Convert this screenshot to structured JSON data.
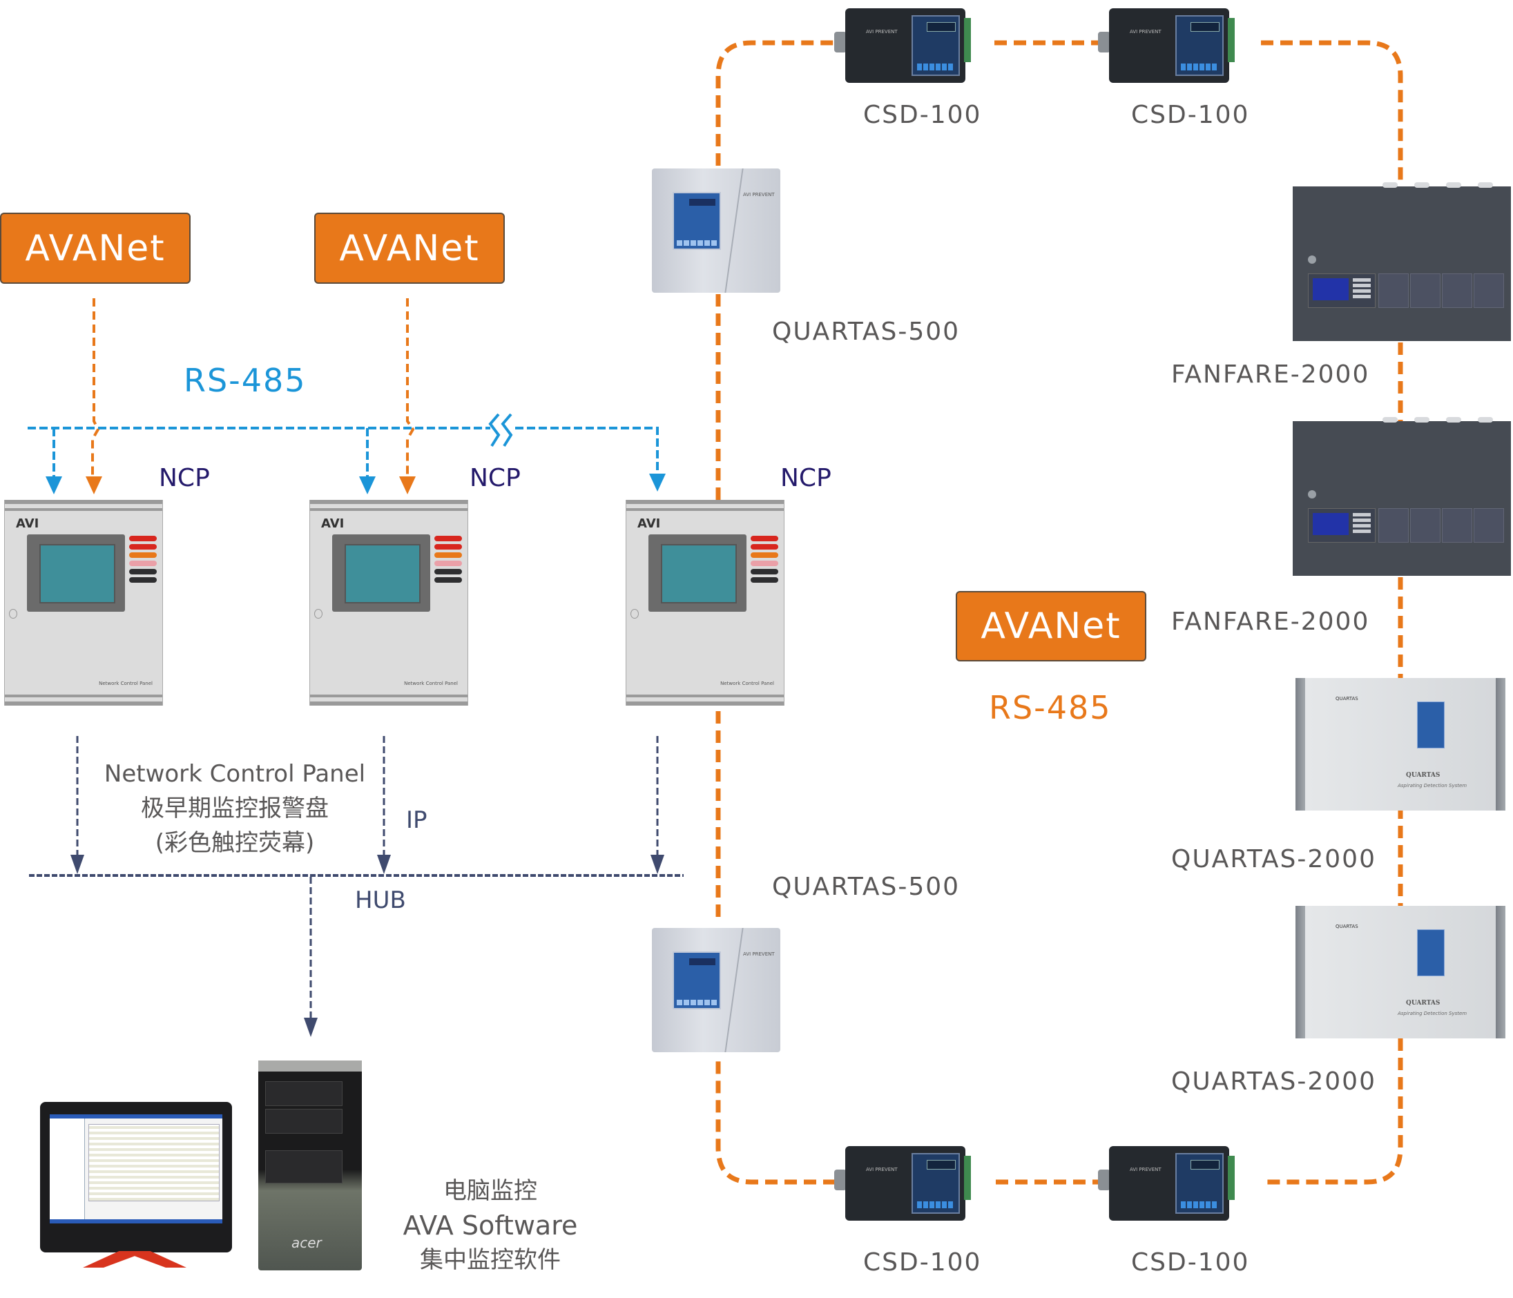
{
  "colors": {
    "avanet_fill": "#e8781a",
    "rs485_blue": "#1b95d8",
    "rs485_orange": "#e8781a",
    "ncp_label": "#241a6b",
    "ip_line": "#3f4a6e",
    "device_label": "#595757"
  },
  "left_section": {
    "avanet_boxes": [
      {
        "label": "AVANet"
      },
      {
        "label": "AVANet"
      }
    ],
    "rs485_label": "RS-485",
    "ncp_units": [
      {
        "label": "NCP",
        "logo": "AVI",
        "plate": "Network Control Panel"
      },
      {
        "label": "NCP",
        "logo": "AVI",
        "plate": "Network Control Panel"
      },
      {
        "label": "NCP",
        "logo": "AVI",
        "plate": "Network Control Panel"
      }
    ],
    "ncp_caption": {
      "line1": "Network Control Panel",
      "line2": "极早期监控报警盘",
      "line3": "(彩色触控荧幕)"
    },
    "ip_label": "IP",
    "hub_label": "HUB",
    "pc_caption": {
      "line1": "电脑监控",
      "line2": "AVA Software",
      "line3": "集中监控软件"
    },
    "pc_brand": "acer"
  },
  "right_section": {
    "avanet_box": {
      "label": "AVANet"
    },
    "rs485_label": "RS-485",
    "devices": [
      {
        "id": "csd-top-1",
        "label": "CSD-100",
        "brand": "AVI PREVENT"
      },
      {
        "id": "csd-top-2",
        "label": "CSD-100",
        "brand": "AVI PREVENT"
      },
      {
        "id": "quartas500-top",
        "label": "QUARTAS-500",
        "brand": "AVI PREVENT"
      },
      {
        "id": "fanfare-1",
        "label": "FANFARE-2000"
      },
      {
        "id": "fanfare-2",
        "label": "FANFARE-2000"
      },
      {
        "id": "quartas2000-1",
        "label": "QUARTAS-2000",
        "title": "QUARTAS",
        "subtitle": "Aspirating Detection System"
      },
      {
        "id": "quartas2000-2",
        "label": "QUARTAS-2000",
        "title": "QUARTAS",
        "subtitle": "Aspirating Detection System"
      },
      {
        "id": "quartas500-bottom",
        "label": "QUARTAS-500",
        "brand": "AVI PREVENT"
      },
      {
        "id": "csd-bottom-1",
        "label": "CSD-100",
        "brand": "AVI PREVENT"
      },
      {
        "id": "csd-bottom-2",
        "label": "CSD-100",
        "brand": "AVI PREVENT"
      }
    ]
  }
}
